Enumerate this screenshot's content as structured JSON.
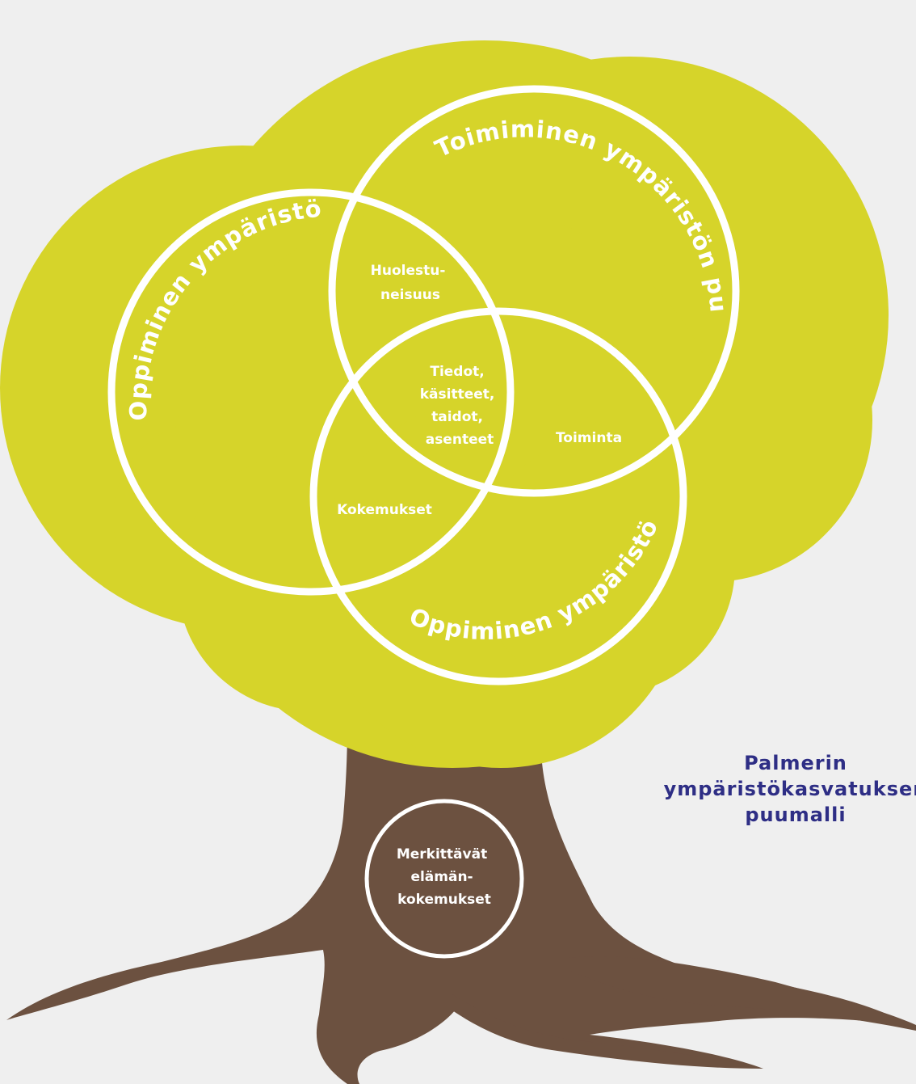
{
  "colors": {
    "background": "#efefef",
    "canopy": "#d6d42a",
    "trunk": "#6c5140",
    "lines": "#ffffff",
    "title": "#2e2e85"
  },
  "circles": {
    "left_label": "Oppiminen ympäristöstä",
    "right_label": "Toimiminen ympäristön puolesta",
    "bottom_label": "Oppiminen ympäristössä"
  },
  "intersections": {
    "top": [
      "Huolestu-",
      "neisuus"
    ],
    "center": [
      "Tiedot,",
      "käsitteet,",
      "taidot,",
      "asenteet"
    ],
    "right": "Toiminta",
    "left": "Kokemukset"
  },
  "root_circle": [
    "Merkittävät",
    "elämän-",
    "kokemukset"
  ],
  "title": [
    "Palmerin",
    "ympäristökasvatuksen",
    "puumalli"
  ]
}
